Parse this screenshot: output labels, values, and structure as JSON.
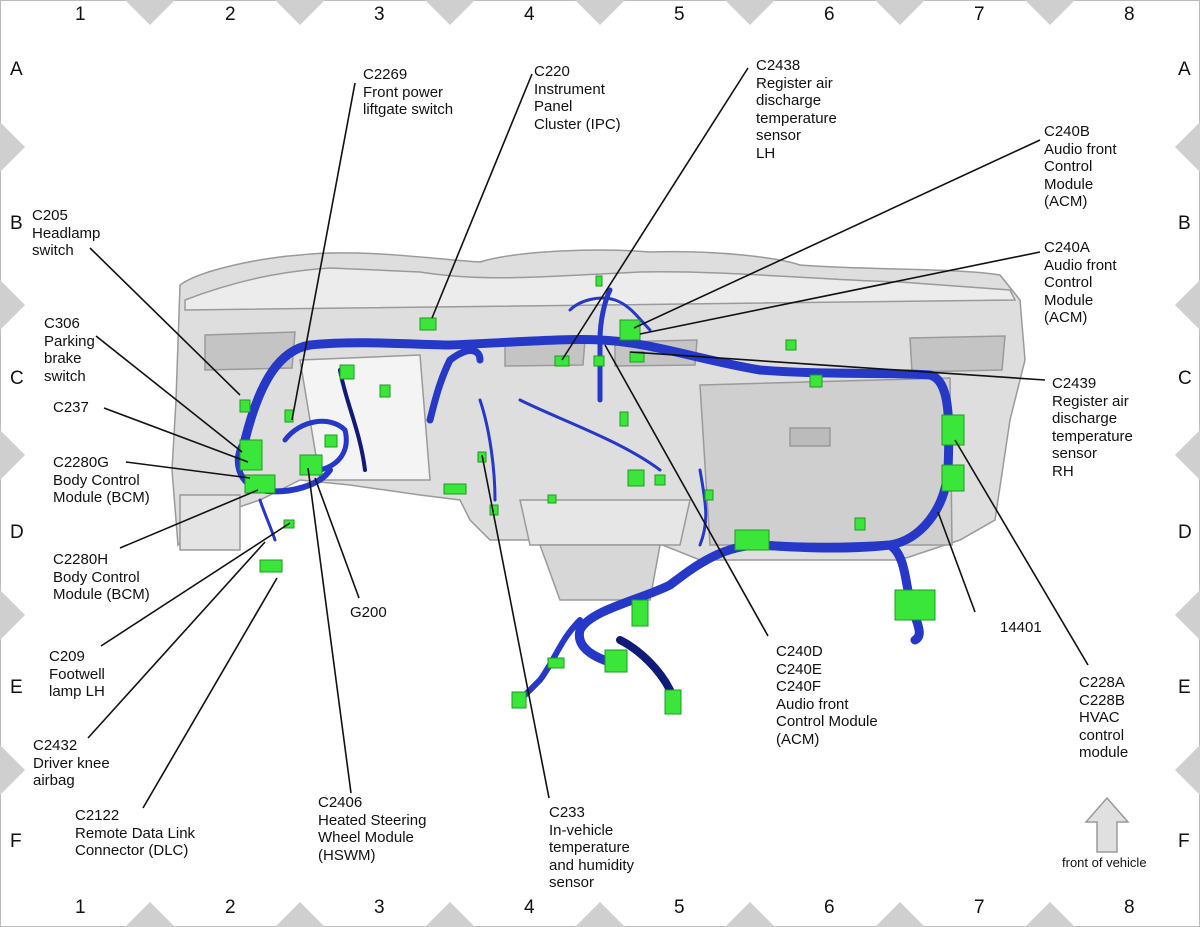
{
  "grid": {
    "columns": [
      "1",
      "2",
      "3",
      "4",
      "5",
      "6",
      "7",
      "8"
    ],
    "rows": [
      "A",
      "B",
      "C",
      "D",
      "E",
      "F"
    ]
  },
  "callouts": [
    {
      "id": "c2269",
      "text": "C2269\nFront power\nliftgate switch"
    },
    {
      "id": "c220",
      "text": "C220\nInstrument\nPanel\nCluster (IPC)"
    },
    {
      "id": "c2438",
      "text": "C2438\nRegister air\ndischarge\ntemperature\nsensor\nLH"
    },
    {
      "id": "c240b",
      "text": "C240B\nAudio front\nControl\nModule\n(ACM)"
    },
    {
      "id": "c240a",
      "text": "C240A\nAudio front\nControl\nModule\n(ACM)"
    },
    {
      "id": "c205",
      "text": "C205\nHeadlamp\nswitch"
    },
    {
      "id": "c306",
      "text": "C306\nParking\nbrake\nswitch"
    },
    {
      "id": "c237",
      "text": "C237"
    },
    {
      "id": "c2280g",
      "text": "C2280G\nBody Control\nModule (BCM)"
    },
    {
      "id": "c2280h",
      "text": "C2280H\nBody Control\nModule (BCM)"
    },
    {
      "id": "c209",
      "text": "C209\nFootwell\nlamp LH"
    },
    {
      "id": "c2432",
      "text": "C2432\nDriver knee\nairbag"
    },
    {
      "id": "c2122",
      "text": "C2122\nRemote Data Link\nConnector (DLC)"
    },
    {
      "id": "c2406",
      "text": "C2406\nHeated Steering\nWheel Module\n(HSWM)"
    },
    {
      "id": "g200",
      "text": "G200"
    },
    {
      "id": "c233",
      "text": "C233\nIn-vehicle\ntemperature\nand humidity\nsensor"
    },
    {
      "id": "c240def",
      "text": "C240D\nC240E\nC240F\nAudio front\nControl Module\n(ACM)"
    },
    {
      "id": "n14401",
      "text": "14401"
    },
    {
      "id": "c228ab",
      "text": "C228A\nC228B\nHVAC\ncontrol\nmodule"
    },
    {
      "id": "c2439",
      "text": "C2439\nRegister air\ndischarge\ntemperature\nsensor\nRH"
    }
  ],
  "orientation": {
    "label": "front of vehicle"
  },
  "colors": {
    "harness": "#2638c8",
    "harness_dark": "#101a78",
    "connector": "#39e639",
    "panel": "#d9d9d9",
    "panel_edge": "#9a9a9a",
    "border_tri": "#c8c8c8"
  }
}
